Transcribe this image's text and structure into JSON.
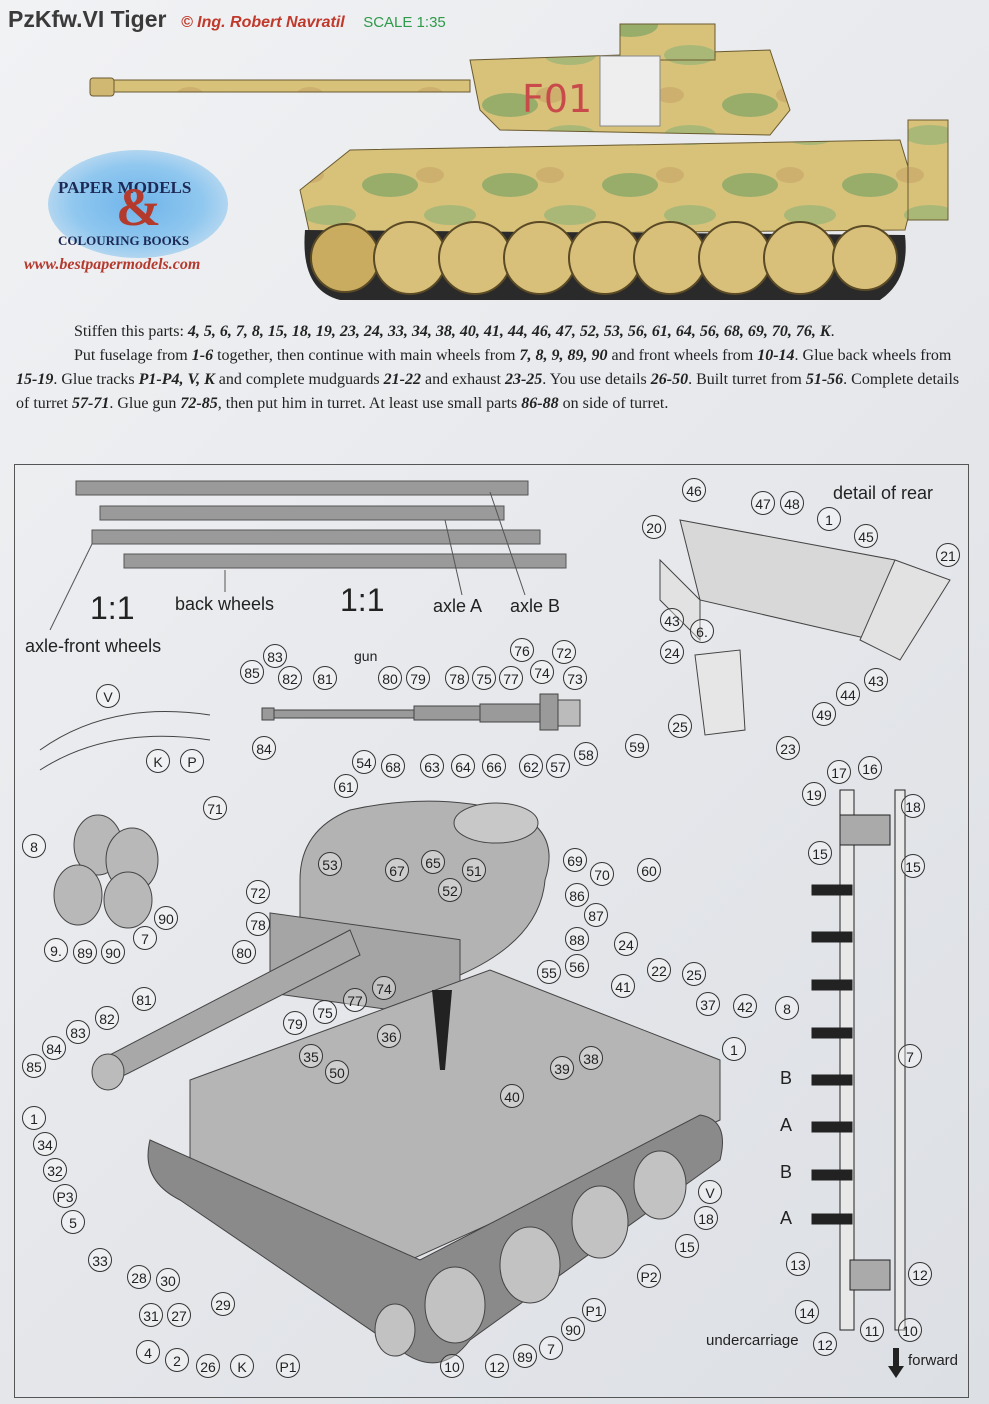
{
  "header": {
    "title": "PzKfw.VI Tiger",
    "author": "© Ing. Robert Navratil",
    "scale": "SCALE 1:35"
  },
  "tank_marking": "F01",
  "logo": {
    "line1": "PAPER MODELS",
    "ampersand": "&",
    "line2": "COLOURING BOOKS",
    "url": "www.bestpapermodels.com"
  },
  "instructions": {
    "p1_text": "Stiffen this parts: ",
    "p1_parts": "4, 5, 6, 7, 8, 15, 18, 19, 23, 24, 33, 34, 38, 40, 41, 44, 46, 47, 52, 53, 56, 61, 64, 56, 68, 69, 70, 76, K",
    "p1_end": ".",
    "p2_a": "Put fuselage from ",
    "p2_b": "1-6",
    "p2_c": " together, then continue with main wheels from ",
    "p2_d": "7, 8, 9, 89, 90",
    "p2_e": " and front wheels from ",
    "p2_f": "10-14",
    "p2_g": ". Glue back wheels from ",
    "p2_h": "15-19",
    "p2_i": ".  Glue tracks ",
    "p2_j": "P1-P4, V, K",
    "p2_k": " and complete mudguards ",
    "p2_l": "21-22",
    "p2_m": " and exhaust ",
    "p2_n": "23-25",
    "p2_o": ". You use details ",
    "p2_p": "26-50",
    "p2_q": ". Built turret from ",
    "p2_r": "51-56",
    "p2_s": ". Complete details of turret ",
    "p2_t": "57-71",
    "p2_u": ". Glue gun ",
    "p2_v": "72-85",
    "p2_w": ", then put him in turret. At least use small parts ",
    "p2_x": "86-88",
    "p2_y": " on side of turret."
  },
  "labels": {
    "scale_left": "1:1",
    "scale_mid": "1:1",
    "back_wheels": "back wheels",
    "axle_a": "axle A",
    "axle_b": "axle B",
    "axle_front": "axle-front wheels",
    "gun": "gun",
    "detail_rear": "detail of rear",
    "undercarriage": "undercarriage",
    "forward": "forward"
  },
  "axle_letters": [
    "B",
    "A",
    "B",
    "A"
  ],
  "callouts": {
    "gun": [
      "85",
      "83",
      "82",
      "81",
      "80",
      "79",
      "78",
      "75",
      "77",
      "76",
      "74",
      "72",
      "73",
      "84"
    ],
    "track": [
      "V",
      "K",
      "P"
    ],
    "wheels": [
      "8",
      "9.",
      "89",
      "90",
      "90",
      "7"
    ],
    "turret": [
      "54",
      "68",
      "63",
      "64",
      "66",
      "62",
      "57",
      "58",
      "59",
      "61",
      "71",
      "53",
      "67",
      "65",
      "51",
      "69",
      "70",
      "60",
      "72",
      "52",
      "86",
      "87",
      "88",
      "78",
      "80",
      "79",
      "75",
      "77",
      "74",
      "55",
      "56",
      "24",
      "22",
      "25"
    ],
    "hull": [
      "81",
      "82",
      "83",
      "84",
      "85",
      "36",
      "41",
      "37",
      "42",
      "1",
      "35",
      "50",
      "39",
      "38",
      "40",
      "1",
      "34",
      "32",
      "P3",
      "5",
      "33",
      "28",
      "30",
      "29",
      "31",
      "27",
      "4",
      "2",
      "26",
      "K",
      "P1",
      "10",
      "12",
      "89",
      "7",
      "90",
      "P1",
      "P2",
      "15",
      "18",
      "V"
    ],
    "rear": [
      "46",
      "47",
      "48",
      "1",
      "20",
      "45",
      "21",
      "43",
      "6.",
      "24",
      "43",
      "44",
      "49",
      "25",
      "23"
    ],
    "under": [
      "17",
      "16",
      "19",
      "18",
      "15",
      "15",
      "8",
      "7",
      "13",
      "12",
      "14",
      "11",
      "10",
      "12"
    ]
  }
}
